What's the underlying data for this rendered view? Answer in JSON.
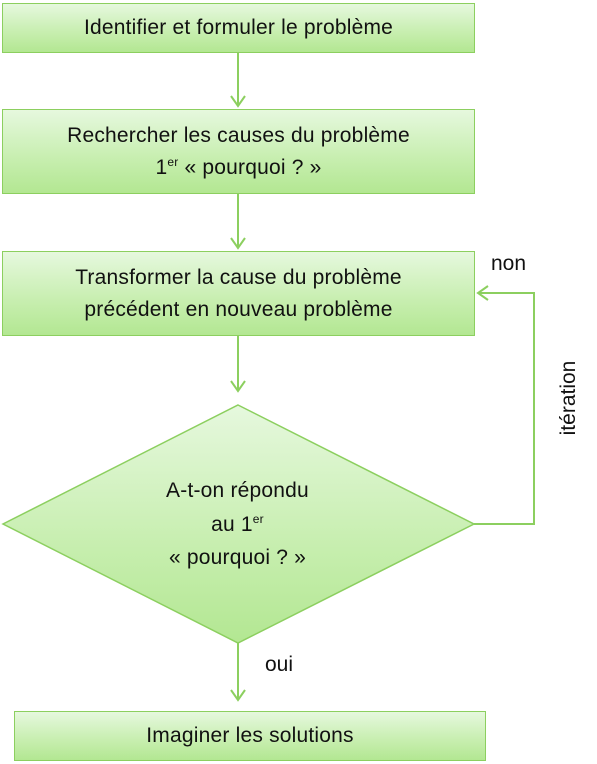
{
  "diagram": {
    "steps": [
      {
        "text": "Identifier et formuler le  problème"
      },
      {
        "line1": "Rechercher les causes du problème",
        "line2_num": "1",
        "line2_sup": "er",
        "line2_rest": " « pourquoi ? »"
      },
      {
        "line1": "Transformer la cause du problème",
        "line2": "précédent en nouveau problème"
      },
      {
        "text": "Imaginer les solutions"
      }
    ],
    "decision": {
      "line1": "A-t-on répondu",
      "line2_pre": "au 1",
      "line2_sup": "er",
      "line3": "« pourquoi ? »"
    },
    "labels": {
      "no": "non",
      "yes": "oui",
      "loop": "itération"
    }
  }
}
